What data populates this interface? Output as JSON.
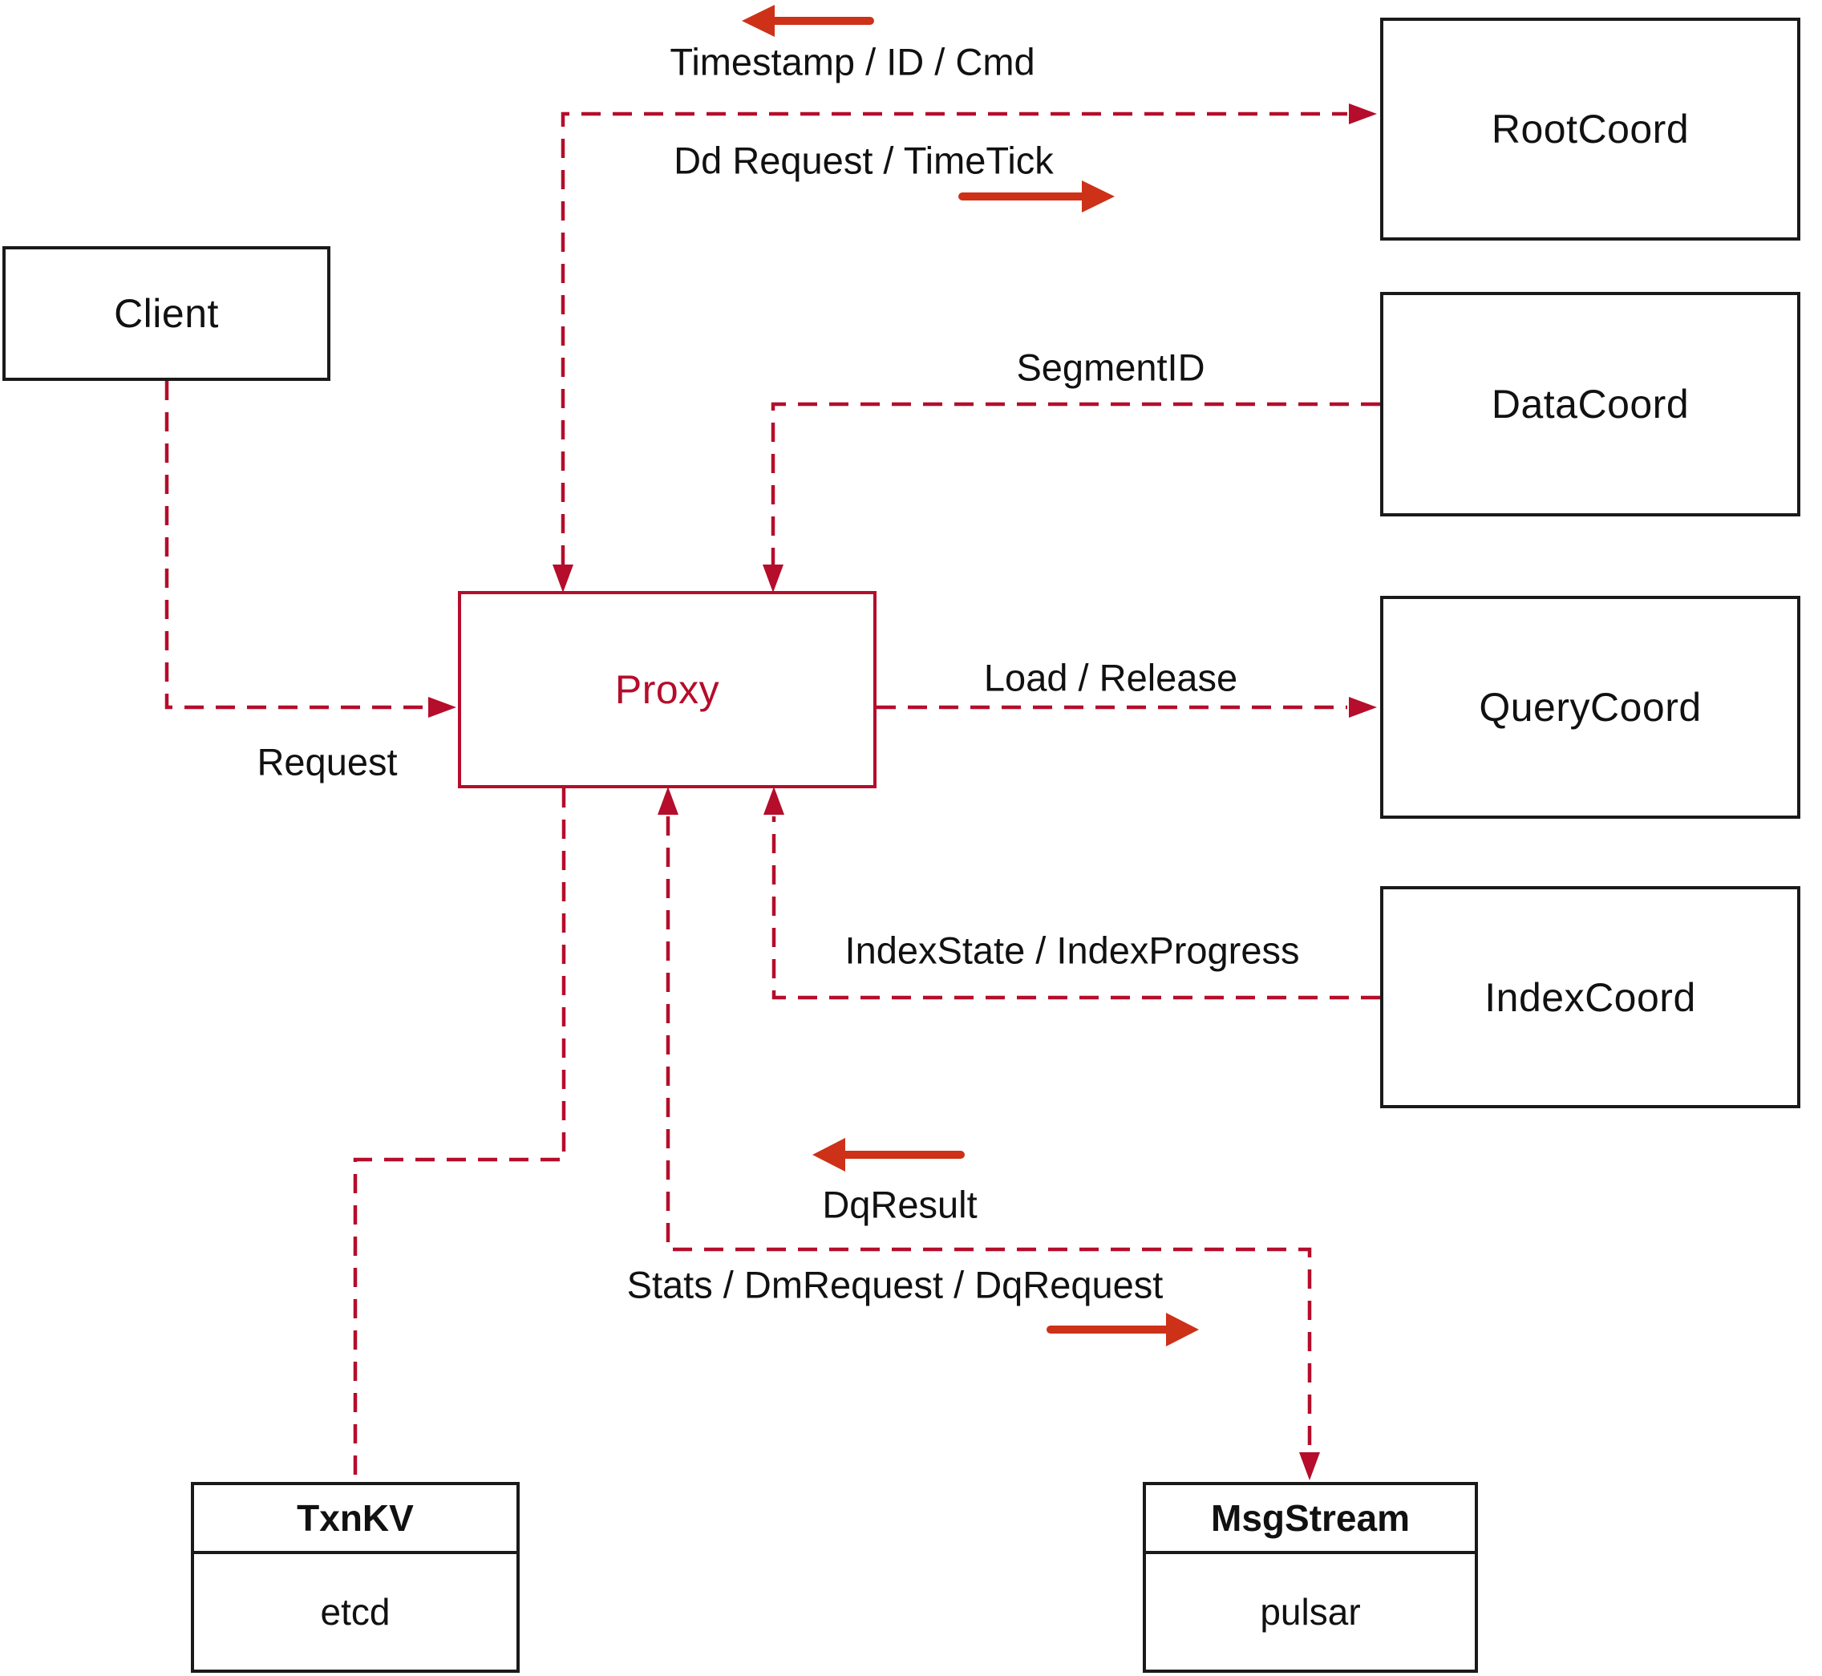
{
  "nodes": {
    "client": {
      "label": "Client"
    },
    "proxy": {
      "label": "Proxy"
    },
    "root_coord": {
      "label": "RootCoord"
    },
    "data_coord": {
      "label": "DataCoord"
    },
    "query_coord": {
      "label": "QueryCoord"
    },
    "index_coord": {
      "label": "IndexCoord"
    },
    "txn_kv": {
      "title": "TxnKV",
      "impl": "etcd"
    },
    "msg_stream": {
      "title": "MsgStream",
      "impl": "pulsar"
    }
  },
  "edges": {
    "proxy_rootcoord": {
      "label_return": "Timestamp / ID / Cmd",
      "label_send": "Dd Request / TimeTick"
    },
    "client_proxy": {
      "label": "Request"
    },
    "datacoord_proxy": {
      "label": "SegmentID"
    },
    "proxy_querycoord": {
      "label": "Load / Release"
    },
    "indexcoord_proxy": {
      "label": "IndexState / IndexProgress"
    },
    "proxy_msgstream": {
      "label_return": "DqResult",
      "label_send": "Stats / DmRequest / DqRequest"
    }
  },
  "colors": {
    "connector_red": "#b50d2b",
    "annotation_red": "#cd3118",
    "box_border_black": "#1a1a1a",
    "text_black": "#111111",
    "background": "#ffffff"
  }
}
